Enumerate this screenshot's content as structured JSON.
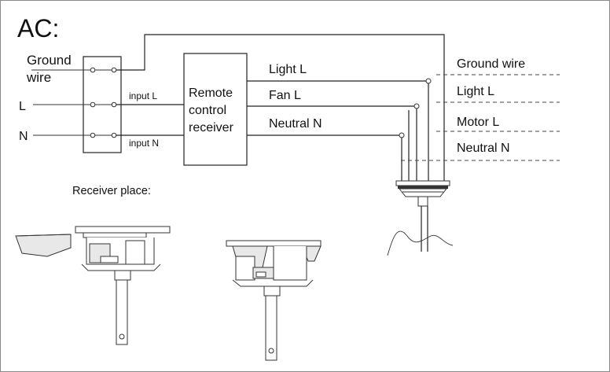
{
  "title": "AC:",
  "inputs": {
    "ground_wire_line1": "Ground",
    "ground_wire_line2": "wire",
    "line": "L",
    "neutral": "N"
  },
  "receiver_inputs": {
    "input_l": "input  L",
    "input_n": "input  N"
  },
  "receiver": {
    "line1": "Remote",
    "line2": "control",
    "line3": "receiver"
  },
  "outputs": {
    "light_l": "Light L",
    "fan_l": "Fan L",
    "neutral_n": "Neutral  N"
  },
  "fan_wires": {
    "ground_wire": "Ground wire",
    "light_l": "Light  L",
    "motor_l": "Motor  L",
    "neutral_n": "Neutral  N"
  },
  "receiver_place_label": "Receiver place:"
}
